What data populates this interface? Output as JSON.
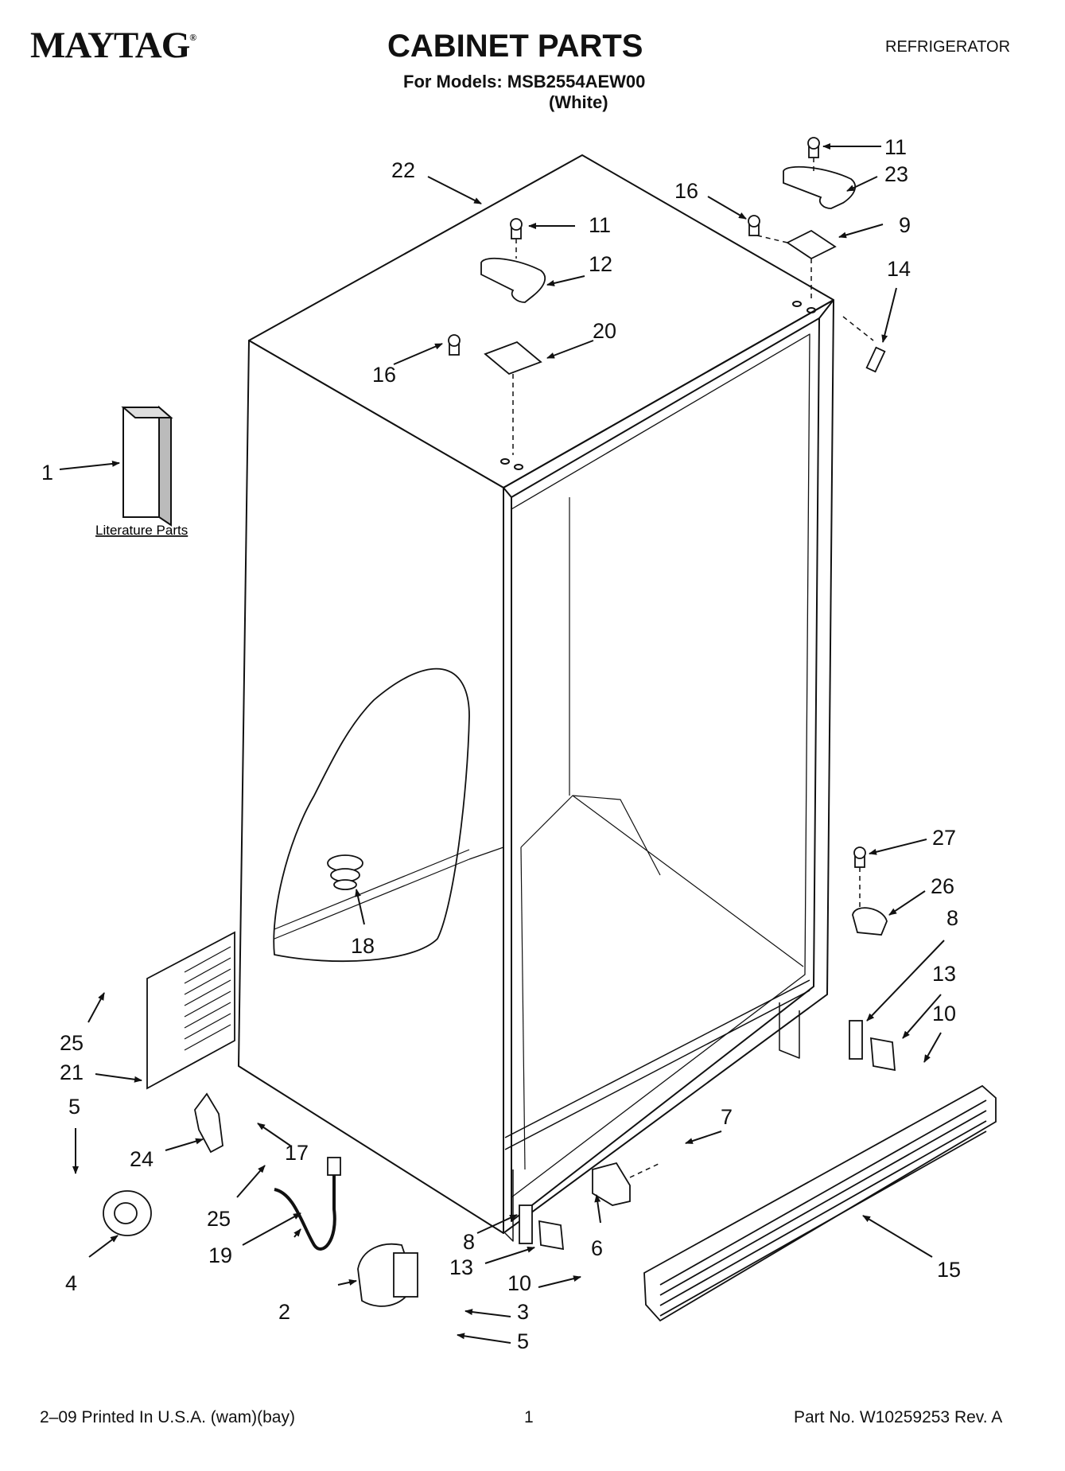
{
  "header": {
    "brand": "MAYTAG",
    "brand_mark": "®",
    "title": "CABINET PARTS",
    "models_line": "For Models: MSB2554AEW00",
    "variant_line": "(White)",
    "category": "REFRIGERATOR"
  },
  "diagram": {
    "literature_label": "Literature Parts",
    "callouts": {
      "c1": "1",
      "c2": "2",
      "c3": "3",
      "c4": "4",
      "c5a": "5",
      "c5b": "5",
      "c6": "6",
      "c7": "7",
      "c8a": "8",
      "c8b": "8",
      "c9": "9",
      "c10a": "10",
      "c10b": "10",
      "c11a": "11",
      "c11b": "11",
      "c12": "12",
      "c13a": "13",
      "c13b": "13",
      "c14": "14",
      "c15": "15",
      "c16a": "16",
      "c16b": "16",
      "c17": "17",
      "c18": "18",
      "c19": "19",
      "c20": "20",
      "c21": "21",
      "c22": "22",
      "c23": "23",
      "c24": "24",
      "c25a": "25",
      "c25b": "25",
      "c26": "26",
      "c27": "27"
    }
  },
  "footer": {
    "print_info": "2–09 Printed In U.S.A. (wam)(bay)",
    "page_number": "1",
    "part_number": "Part No. W10259253 Rev. A"
  }
}
